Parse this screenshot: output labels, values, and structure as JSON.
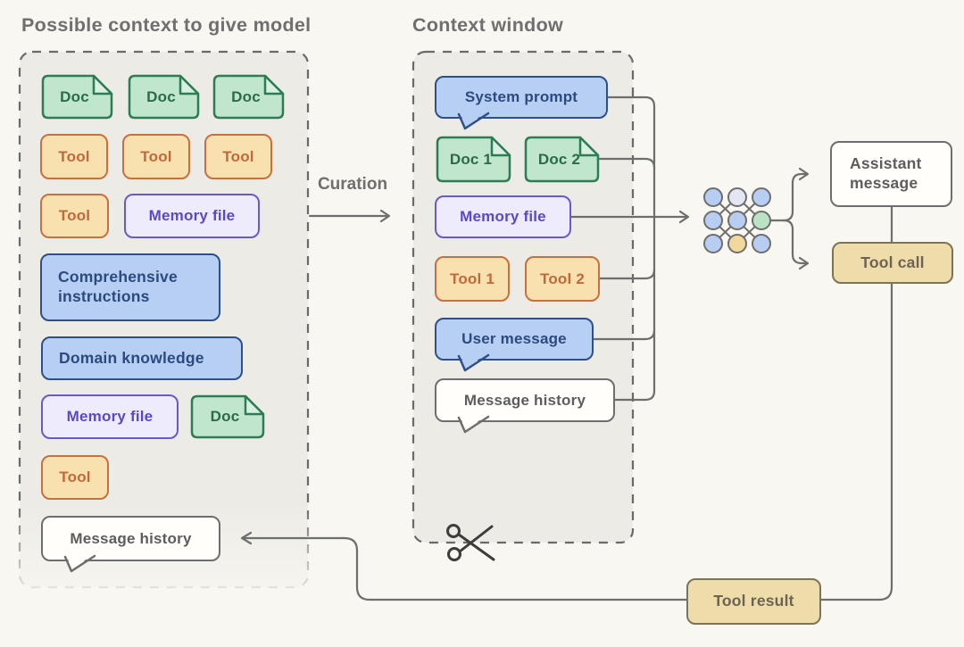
{
  "titles": {
    "possible_context": "Possible context to give model",
    "context_window": "Context window"
  },
  "labels": {
    "curation": "Curation"
  },
  "left_panel": {
    "items": [
      {
        "type": "doc",
        "label": "Doc"
      },
      {
        "type": "doc",
        "label": "Doc"
      },
      {
        "type": "doc",
        "label": "Doc"
      },
      {
        "type": "tool",
        "label": "Tool"
      },
      {
        "type": "tool",
        "label": "Tool"
      },
      {
        "type": "tool",
        "label": "Tool"
      },
      {
        "type": "tool",
        "label": "Tool"
      },
      {
        "type": "memory_file",
        "label": "Memory file"
      },
      {
        "type": "instructions",
        "label": "Comprehensive instructions"
      },
      {
        "type": "knowledge",
        "label": "Domain knowledge"
      },
      {
        "type": "memory_file",
        "label": "Memory file"
      },
      {
        "type": "doc",
        "label": "Doc"
      },
      {
        "type": "tool",
        "label": "Tool"
      },
      {
        "type": "message_history",
        "label": "Message history"
      }
    ]
  },
  "context_window": {
    "items": [
      {
        "type": "system_prompt",
        "label": "System prompt"
      },
      {
        "type": "doc",
        "label": "Doc 1"
      },
      {
        "type": "doc",
        "label": "Doc 2"
      },
      {
        "type": "memory_file",
        "label": "Memory file"
      },
      {
        "type": "tool",
        "label": "Tool 1"
      },
      {
        "type": "tool",
        "label": "Tool 2"
      },
      {
        "type": "user_message",
        "label": "User message"
      },
      {
        "type": "message_history",
        "label": "Message history"
      }
    ]
  },
  "model_outputs": {
    "assistant_message": "Assistant message",
    "tool_call": "Tool call",
    "tool_result": "Tool result"
  },
  "colors": {
    "page_bg": "#f8f7f1",
    "panel_bg": "#ecebe5",
    "line_gray": "#6e6e6e",
    "doc_fill": "#c0e7ce",
    "doc_border": "#2f7c54",
    "doc_text": "#2b6b4b",
    "tool_fill": "#f8e0af",
    "tool_border": "#c8703f",
    "memory_fill": "#edebfc",
    "memory_border": "#6959ce",
    "blue_fill": "#b6cff2",
    "blue_border": "#2e4f8c",
    "tan_fill": "#eeddab",
    "tan_border": "#7d7356",
    "network_node_blue": "#b7cdf1",
    "network_node_light": "#e3e6f4",
    "network_node_green": "#bae3c5",
    "network_node_yellow": "#f2d89c"
  }
}
